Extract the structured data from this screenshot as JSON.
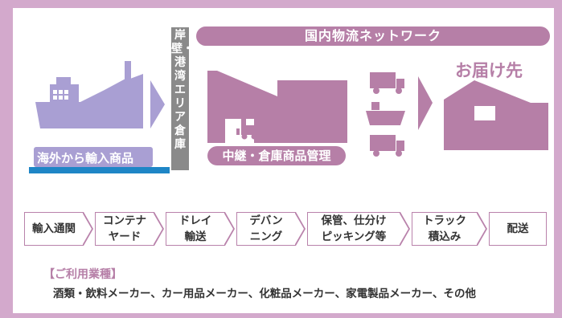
{
  "import_label": "海外から輸入商品",
  "quay_label": "岸壁・港湾エリア倉庫",
  "network_label": "国内物流ネットワーク",
  "relay_label": "中継・倉庫商品管理",
  "delivery_label": "お届け先",
  "steps": [
    "輸入通関",
    "コンテナ\nヤード",
    "ドレイ\n輸送",
    "デバン\nニング",
    "保管、仕分け\nピッキング等",
    "トラック\n積込み",
    "配送"
  ],
  "industries_heading": "【ご利用業種】",
  "industries_text": "酒類・飲料メーカー、カー用品メーカー、化粧品メーカー、家電製品メーカー、その他",
  "colors": {
    "lavender": "#a99fd3",
    "mauve": "#b67fa7",
    "frame": "#d3a9cc",
    "gray": "#8a8a8a",
    "blue_bar": "#1e86c6"
  }
}
